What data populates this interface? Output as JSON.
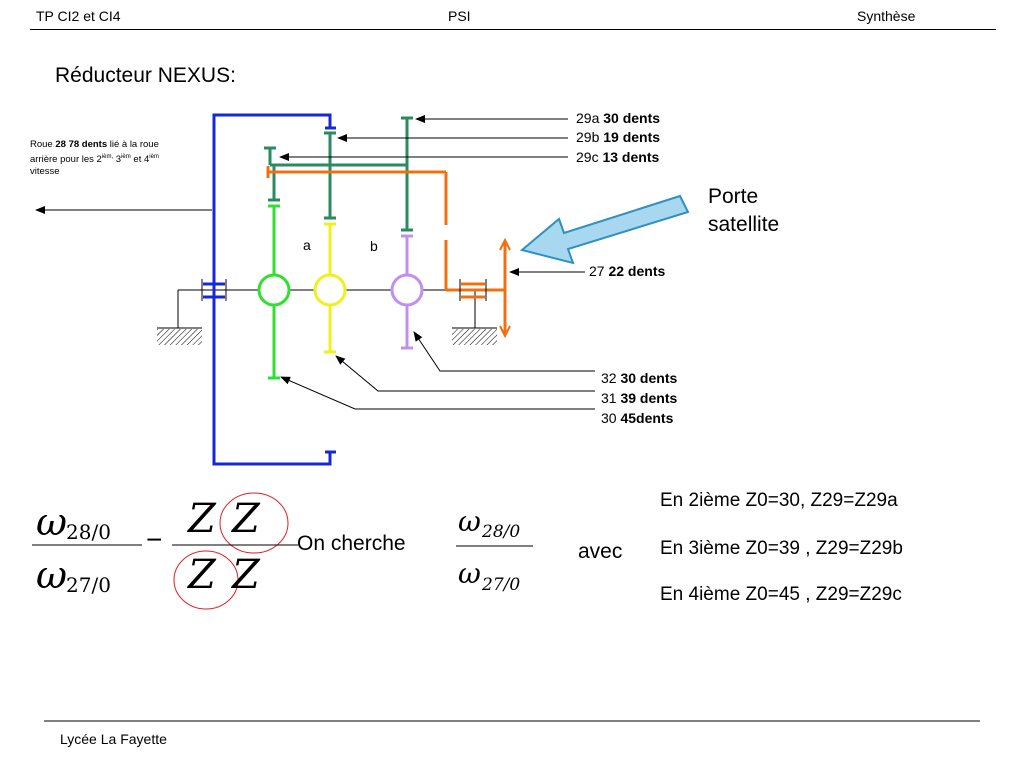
{
  "header": {
    "left": "TP CI2 et CI4",
    "center": "PSI",
    "right": "Synthèse"
  },
  "title": "Réducteur NEXUS:",
  "roue_note": {
    "prefix": "Roue ",
    "bold": "28 78 dents",
    "line1_rest": " lié à la roue arrière pour les 2",
    "sup1": "ièm,",
    "line2a": " 3",
    "sup2": "ièm",
    "line2b": " et 4",
    "sup3": "ièm",
    "line2c": " vitesse"
  },
  "labels": {
    "g29a_num": "29a",
    "g29a_teeth": "30 dents",
    "g29b_num": "29b",
    "g29b_teeth": "19 dents",
    "g29c_num": "29c",
    "g29c_teeth": "13 dents",
    "g27_num": "27",
    "g27_teeth": "22 dents",
    "g32_num": "32",
    "g32_teeth": "30 dents",
    "g31_num": "31",
    "g31_teeth": "39 dents",
    "g30_num": "30",
    "g30_teeth": "45dents",
    "a": "a",
    "b": "b"
  },
  "porte_satellite": {
    "line1": "Porte",
    "line2": "satellite"
  },
  "formula": {
    "omega": "ω",
    "lhs_num_sub": "28/0",
    "lhs_den_sub": "27/0",
    "z_letter": "Z",
    "on_cherche": "On cherche",
    "rhs_num_sub": "28/0",
    "rhs_den_sub": "27/0",
    "avec": "avec"
  },
  "speeds": {
    "s2": "En 2ième Z0=30, Z29=Z29a",
    "s3": "En 3ième Z0=39 , Z29=Z29b",
    "s4": "En 4ième Z0=45 , Z29=Z29c"
  },
  "footer": "Lycée La Fayette",
  "colors": {
    "blue": "#1428d8",
    "teal": "#2a8a60",
    "green": "#30e030",
    "yellow": "#f0f020",
    "lilac": "#c090f0",
    "orange": "#f07010",
    "arrow_fill": "#a8d8f0",
    "arrow_stroke": "#3090c0",
    "circle_red": "#e02020"
  }
}
